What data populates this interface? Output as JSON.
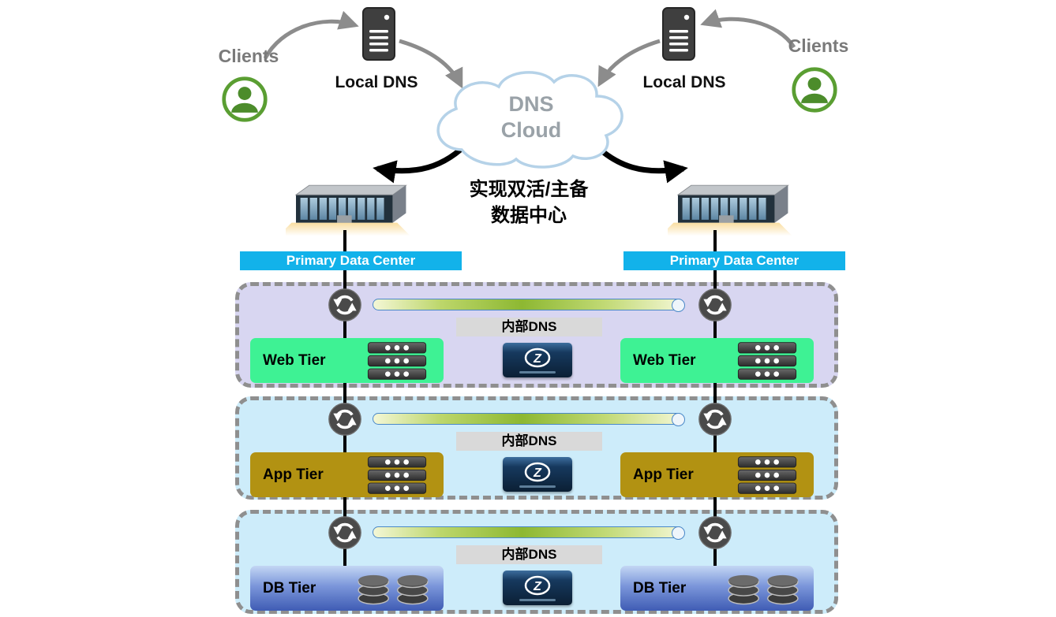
{
  "top": {
    "client_left_label": "Clients",
    "client_right_label": "Clients",
    "local_dns_left_label": "Local DNS",
    "local_dns_right_label": "Local DNS",
    "cloud_line1": "DNS",
    "cloud_line2": "Cloud",
    "caption_line1": "实现双活/主备",
    "caption_line2": "数据中心",
    "dc_left_label": "Primary Data Center",
    "dc_right_label": "Primary Data Center"
  },
  "tiers": [
    {
      "name": "web",
      "internal_dns_label": "内部DNS",
      "left_box_label": "Web Tier",
      "right_box_label": "Web Tier"
    },
    {
      "name": "app",
      "internal_dns_label": "内部DNS",
      "left_box_label": "App Tier",
      "right_box_label": "App Tier"
    },
    {
      "name": "db",
      "internal_dns_label": "内部DNS",
      "left_box_label": "DB Tier",
      "right_box_label": "DB Tier"
    }
  ],
  "appliance": {
    "logo": "Z"
  },
  "colors": {
    "dc_label_bg": "#12b2ea",
    "web_tier_bg": "#d8d6f1",
    "app_tier_bg": "#cdecfa",
    "db_tier_bg": "#cdecfa",
    "web_box": "#3ef294",
    "app_box": "#b29212",
    "db_box_gradient_top": "#c3d6f4",
    "db_box_gradient_bottom": "#3f5cb4",
    "dashed_border": "#8f8f8f",
    "client_green": "#5a9e32",
    "arrow_gray": "#8c8c8c",
    "arrow_black": "#000000"
  }
}
